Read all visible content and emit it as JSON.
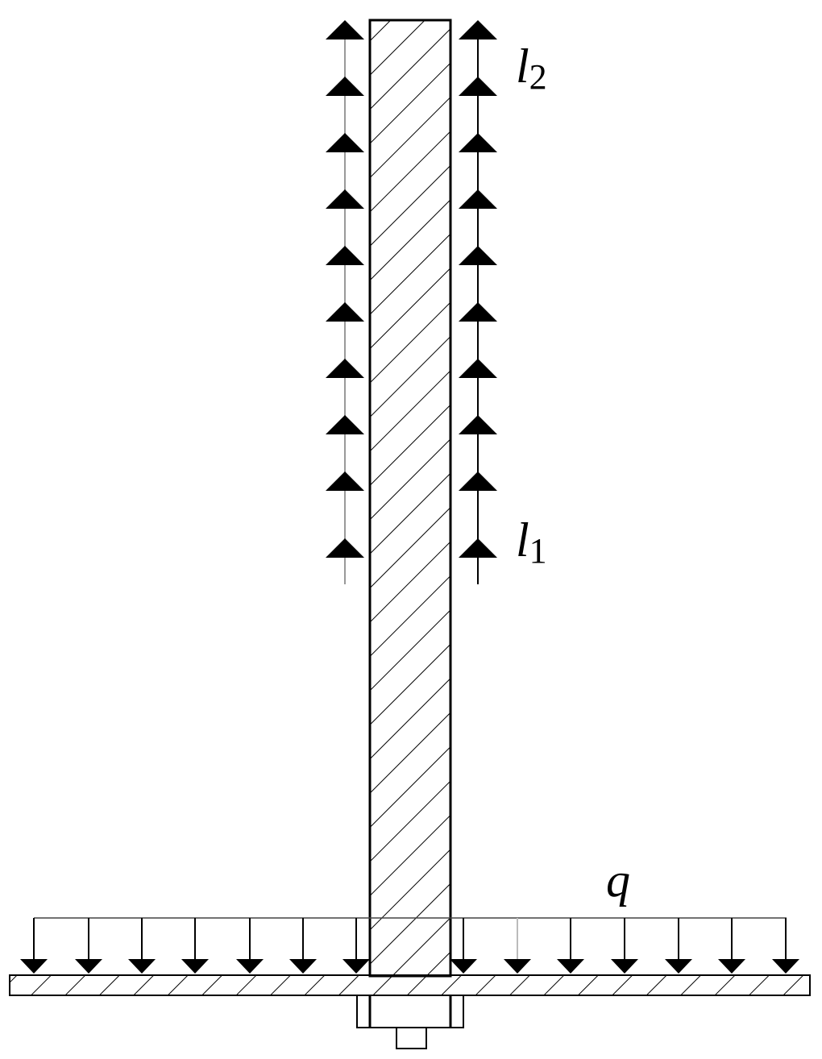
{
  "labels": {
    "l2": {
      "base": "l",
      "sub": "2"
    },
    "l1": {
      "base": "l",
      "sub": "1"
    },
    "q": "q"
  },
  "colors": {
    "stroke": "#000000",
    "background": "#ffffff"
  },
  "upward_arrow_count_per_side": 10,
  "downward_arrow_count": 14
}
